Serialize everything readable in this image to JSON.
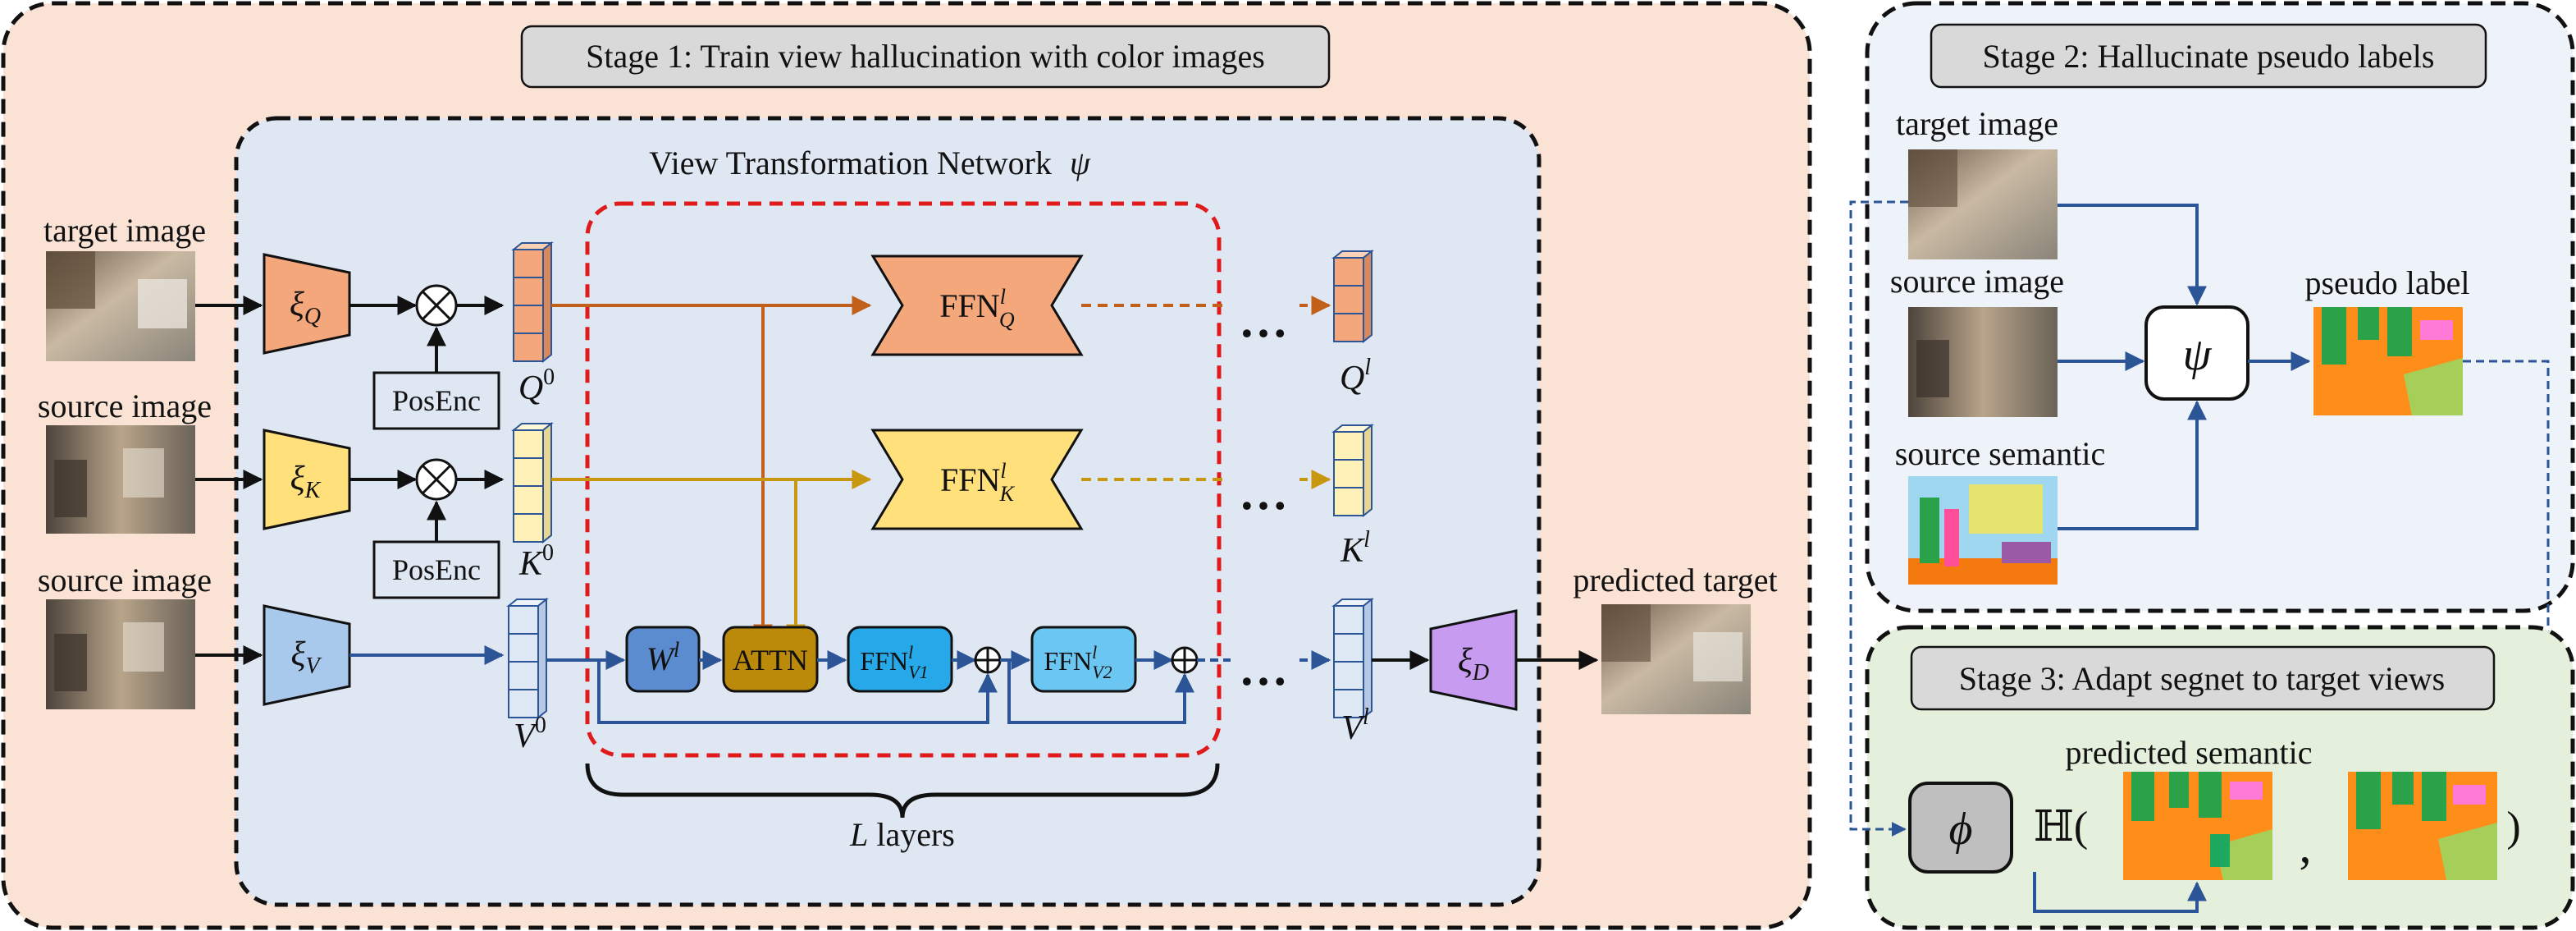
{
  "colors": {
    "stage1_bg": "#fae3d5",
    "stage2_bg": "#eef3fa",
    "stage3_bg": "#e4efdc",
    "vtn_bg": "#dfe7f3",
    "query_box": "#f4a77a",
    "key_box": "#ffe07a",
    "value_box": "#a9c9ec",
    "decoder_box": "#c79cf0",
    "attn_box": "#bb8a0b",
    "w_box": "#5b8ccf",
    "ffn_v1_box": "#27a8e8",
    "ffn_v2_box": "#6cc6f2",
    "q_line": "#c0601b",
    "k_line": "#c7980f",
    "v_line": "#2c5597",
    "red_dashed": "#e01b1b"
  },
  "stage1": {
    "title": "Stage 1: Train view hallucination with color images",
    "inputs": [
      {
        "label": "target image",
        "icon": "image-thumbnail"
      },
      {
        "label": "source image",
        "icon": "image-thumbnail"
      },
      {
        "label": "source image",
        "icon": "image-thumbnail"
      }
    ],
    "output_label": "predicted target",
    "vtn": {
      "title": "View Transformation Network",
      "title_symbol": "ψ",
      "encoders": {
        "q": "ξ",
        "q_sub": "Q",
        "k": "ξ",
        "k_sub": "K",
        "v": "ξ",
        "v_sub": "V"
      },
      "posenc": [
        "PosEnc",
        "PosEnc"
      ],
      "tokens_in": {
        "q": "Q",
        "k": "K",
        "v": "V",
        "sup": "0"
      },
      "tokens_out": {
        "q": "Q",
        "k": "K",
        "v": "V",
        "sup": "l"
      },
      "ffn_q": {
        "base": "FFN",
        "sup": "l",
        "sub": "Q"
      },
      "ffn_k": {
        "base": "FFN",
        "sup": "l",
        "sub": "K"
      },
      "w": {
        "base": "W",
        "sup": "l"
      },
      "attn": "ATTN",
      "ffn_v1": {
        "base": "FFN",
        "sup": "l",
        "sub": "V1"
      },
      "ffn_v2": {
        "base": "FFN",
        "sup": "l",
        "sub": "V2"
      },
      "ellipsis": "…",
      "decoder": {
        "base": "ξ",
        "sub": "D"
      },
      "layers_label": {
        "sym": "L",
        "text": " layers"
      }
    }
  },
  "stage2": {
    "title": "Stage 2: Hallucinate pseudo labels",
    "inputs": [
      "target image",
      "source image",
      "source semantic"
    ],
    "model_symbol": "ψ",
    "output_label": "pseudo label"
  },
  "stage3": {
    "title": "Stage 3: Adapt segnet to target views",
    "model_symbol": "ϕ",
    "entropy_open": "ℍ(",
    "comma": ",",
    "close": ")",
    "predicted_label": "predicted semantic"
  }
}
